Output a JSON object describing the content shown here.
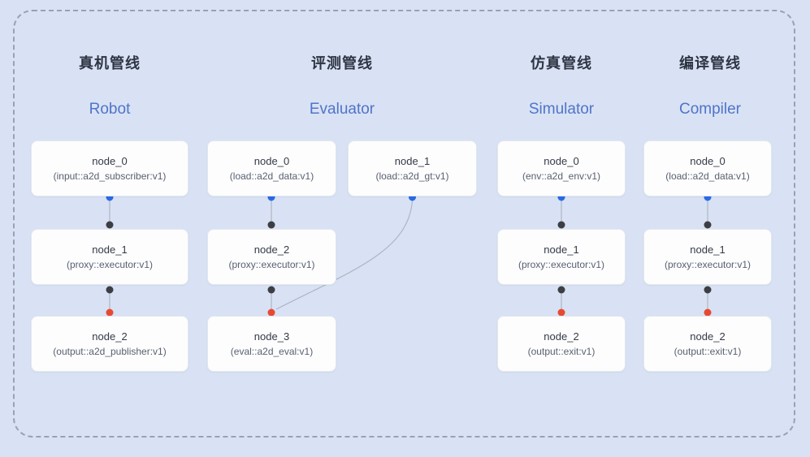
{
  "colors": {
    "dot_blue": "#2a6ae6",
    "dot_dark": "#3c3e43",
    "dot_red": "#e74a32",
    "line": "#aeb6c3"
  },
  "pipelines": [
    {
      "title": "真机管线",
      "subtitle": "Robot",
      "nodes": [
        {
          "name": "node_0",
          "type": "(input::a2d_subscriber:v1)"
        },
        {
          "name": "node_1",
          "type": "(proxy::executor:v1)"
        },
        {
          "name": "node_2",
          "type": "(output::a2d_publisher:v1)"
        }
      ]
    },
    {
      "title": "评测管线",
      "subtitle": "Evaluator",
      "nodes": [
        {
          "name": "node_0",
          "type": "(load::a2d_data:v1)"
        },
        {
          "name": "node_1",
          "type": "(load::a2d_gt:v1)"
        },
        {
          "name": "node_2",
          "type": "(proxy::executor:v1)"
        },
        {
          "name": "node_3",
          "type": "(eval::a2d_eval:v1)"
        }
      ]
    },
    {
      "title": "仿真管线",
      "subtitle": "Simulator",
      "nodes": [
        {
          "name": "node_0",
          "type": "(env::a2d_env:v1)"
        },
        {
          "name": "node_1",
          "type": "(proxy::executor:v1)"
        },
        {
          "name": "node_2",
          "type": "(output::exit:v1)"
        }
      ]
    },
    {
      "title": "编译管线",
      "subtitle": "Compiler",
      "nodes": [
        {
          "name": "node_0",
          "type": "(load::a2d_data:v1)"
        },
        {
          "name": "node_1",
          "type": "(proxy::executor:v1)"
        },
        {
          "name": "node_2",
          "type": "(output::exit:v1)"
        }
      ]
    }
  ]
}
